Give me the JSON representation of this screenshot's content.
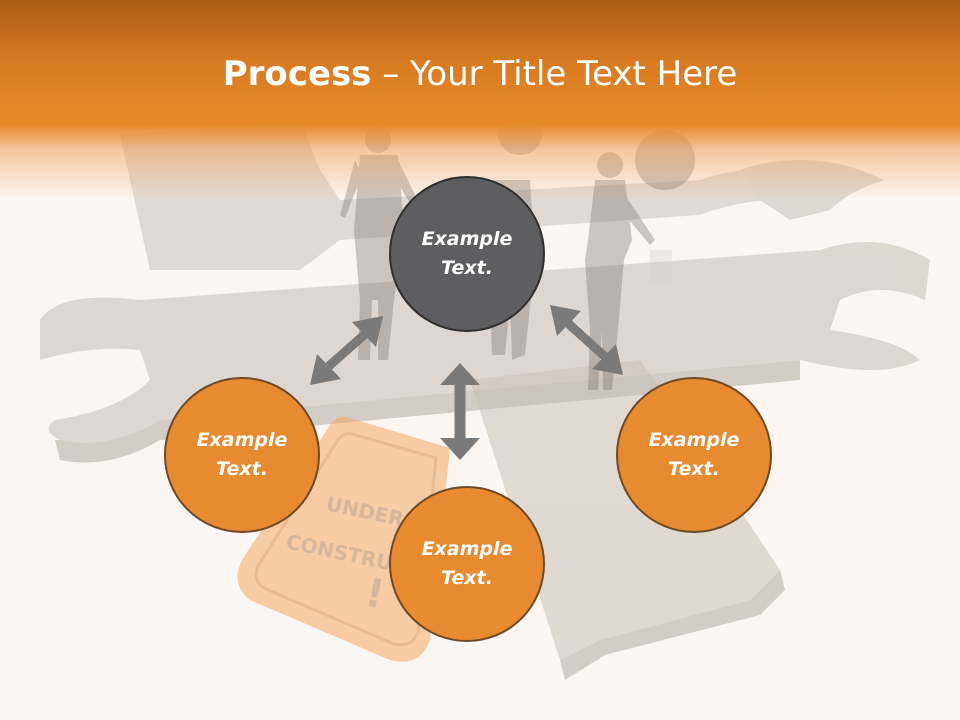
{
  "slide": {
    "title_bold": "Process",
    "title_rest": " – Your Title Text Here"
  },
  "nodes": [
    {
      "line1": "Example",
      "line2": "Text.",
      "style": "gray"
    },
    {
      "line1": "Example",
      "line2": "Text.",
      "style": "orange"
    },
    {
      "line1": "Example",
      "line2": "Text.",
      "style": "orange"
    },
    {
      "line1": "Example",
      "line2": "Text.",
      "style": "orange"
    }
  ],
  "sign": {
    "line1": "UNDER",
    "line2": "CONSTRUC",
    "mark": "!"
  },
  "colors": {
    "header_orange": "#e8892a",
    "node_orange": "#e88a30",
    "node_gray": "#5e5e60",
    "arrow_gray": "#7a7a7a",
    "background": "#fbf6f1"
  }
}
